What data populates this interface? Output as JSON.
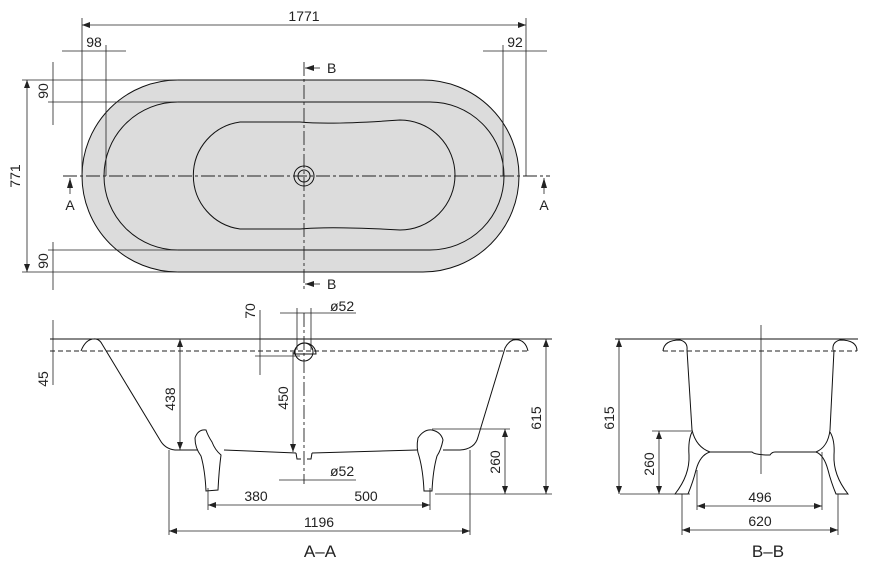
{
  "drawing": {
    "top_view": {
      "overall_length": "1771",
      "rim_left": "98",
      "rim_right": "92",
      "overall_width": "771",
      "rim_top": "90",
      "rim_bottom": "90",
      "section_a_left": "A",
      "section_a_right": "A",
      "section_b_top": "B",
      "section_b_bottom": "B"
    },
    "section_aa": {
      "title": "A–A",
      "rim_height": "45",
      "overflow_offset": "70",
      "overflow_diameter": "ø52",
      "inner_depth": "438",
      "overflow_to_bottom": "450",
      "waste_diameter": "ø52",
      "overall_height": "615",
      "foot_height": "260",
      "foot_to_waste": "380",
      "waste_to_foot": "500",
      "bottom_length": "1196"
    },
    "section_bb": {
      "title": "B–B",
      "overall_height": "615",
      "foot_height": "260",
      "inner_foot_span": "496",
      "outer_foot_span": "620"
    },
    "colors": {
      "fill": "#dcdcdc",
      "line": "#111111"
    }
  }
}
